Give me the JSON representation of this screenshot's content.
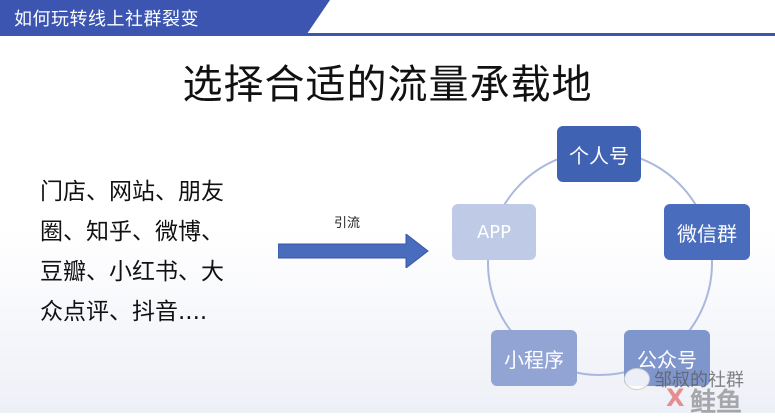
{
  "header": {
    "title": "如何玩转线上社群裂变"
  },
  "slide": {
    "title": "选择合适的流量承载地",
    "sources": [
      "门店、网站、朋友",
      "圈、知乎、微博、",
      "豆瓣、小红书、大",
      "众点评、抖音...."
    ],
    "arrow_label": "引流",
    "nodes": {
      "geren": "个人号",
      "weixin": "微信群",
      "gongzhong": "公众号",
      "xiaocx": "小程序",
      "app": "APP"
    }
  },
  "watermark": {
    "text": "邹叔的社群",
    "brand": "鲑鱼",
    "x": "X"
  },
  "colors": {
    "header": "#3b55b0",
    "node_dark": "#3f62b2",
    "node_mid": "#4a6cbc",
    "node_light": "#bfcae6",
    "arrow": "#4a6cbc"
  }
}
